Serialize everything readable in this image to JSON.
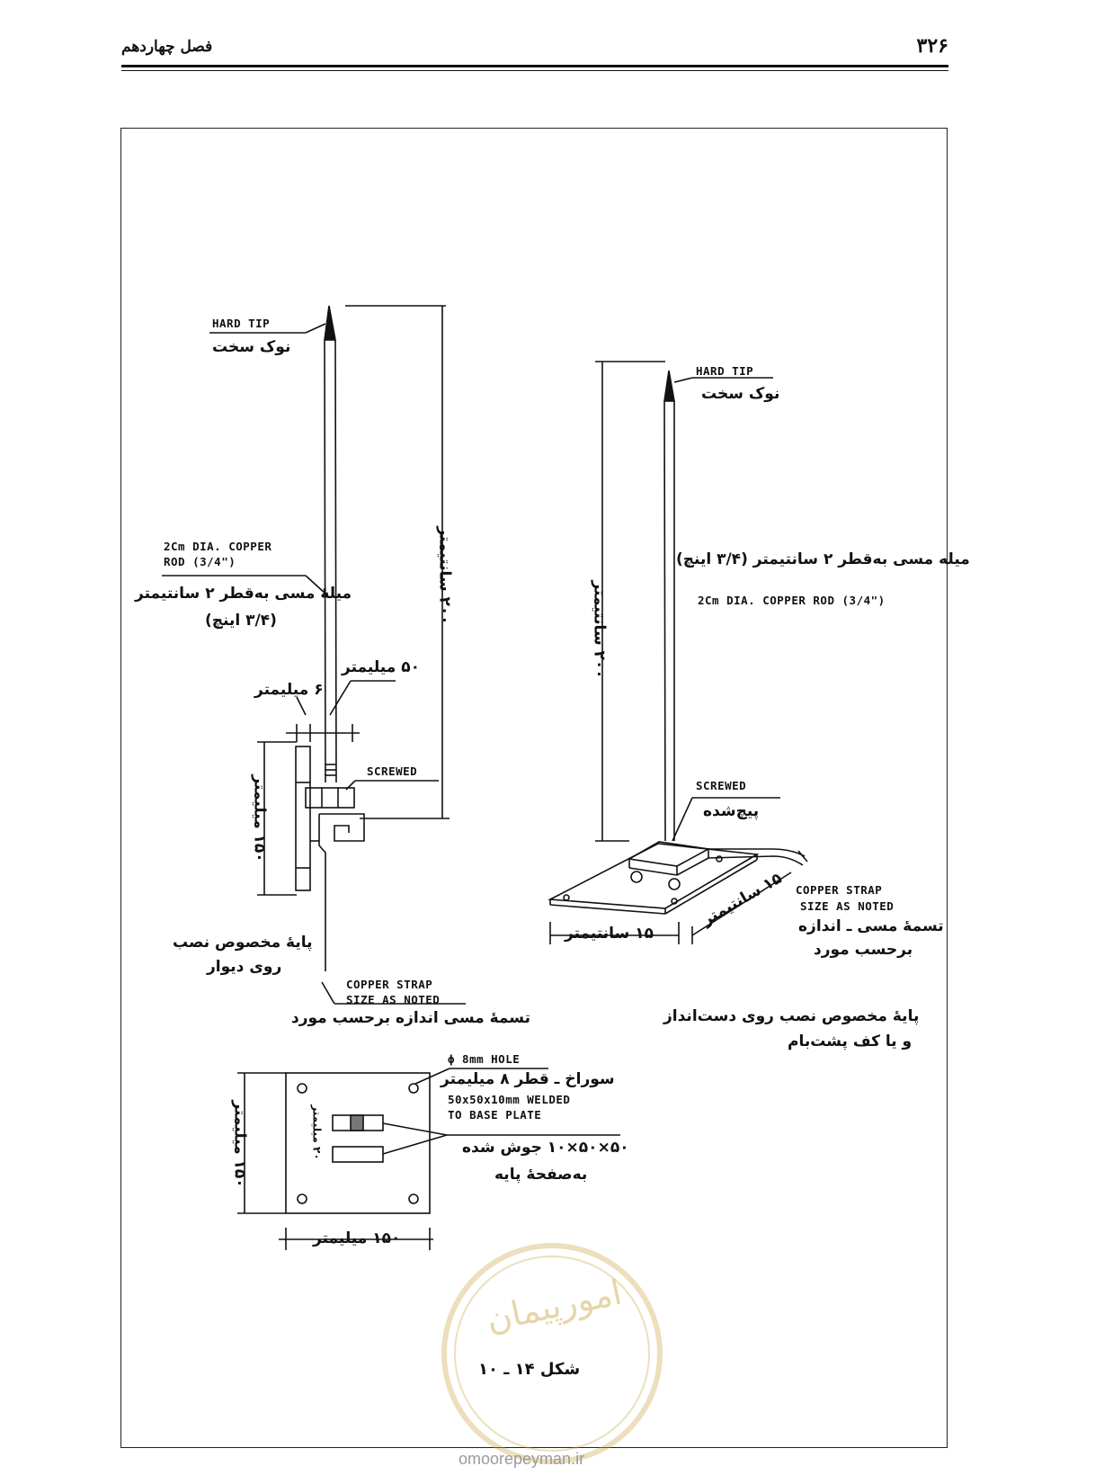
{
  "header": {
    "page_number": "۳۲۶",
    "chapter": "فصل چهاردهم"
  },
  "left_rod": {
    "hard_tip_en": "HARD TIP",
    "hard_tip_fa": "نوک سخت",
    "rod_en_1": "2Cm DIA. COPPER",
    "rod_en_2": "ROD (3/4\")",
    "rod_fa_1": "میلهٔ مسی به‌قطر ۲ سانتیمتر",
    "rod_fa_2": "(۳/۴ اینچ)",
    "height_fa": "۲۰۰ سانتیمتر",
    "dim_50": "۵۰ میلیمتر",
    "dim_6": "۶ میلیمتر",
    "screwed_en": "SCREWED",
    "dim_150": "۱۵۰ میلیمتر",
    "base_fa_1": "پایهٔ مخصوص نصب",
    "base_fa_2": "روی دیوار",
    "strap_en_1": "COPPER STRAP",
    "strap_en_2": "SIZE AS NOTED",
    "strap_fa": "تسمهٔ مسی اندازه برحسب مورد"
  },
  "right_rod": {
    "hard_tip_en": "HARD TIP",
    "hard_tip_fa": "نوک سخت",
    "rod_fa": "میله مسی به‌قطر ۲ سانتیمتر (۳/۴ اینچ)",
    "rod_en": "2Cm DIA. COPPER ROD (3/4\")",
    "height_fa": "۲۰۰ سانتیمتر",
    "screwed_en": "SCREWED",
    "screwed_fa": "پیچ‌شده",
    "dim_15_a": "۱۵ سانتیمتر",
    "dim_15_b": "۱۵ سانتیمتر",
    "strap_en_1": "COPPER STRAP",
    "strap_en_2": "SIZE AS NOTED",
    "strap_fa_1": "تسمهٔ مسی ـ اندازه",
    "strap_fa_2": "برحسب مورد",
    "base_fa_1": "پایهٔ مخصوص نصب روی دست‌انداز",
    "base_fa_2": "و یا کف پشت‌بام"
  },
  "plate": {
    "hole_en": "ϕ 8mm HOLE",
    "hole_fa": "سوراخ ـ قطر ۸ میلیمتر",
    "weld_en_1": "50x50x10mm WELDED",
    "weld_en_2": "TO BASE PLATE",
    "weld_fa_1": "۵۰×۵۰×۱۰ جوش شده",
    "weld_fa_2": "به‌صفحهٔ پایه",
    "dim_20": "۲۰ میلیمتر",
    "dim_150_v": "۱۵۰ میلیمتر",
    "dim_150_h": "۱۵۰ میلیمتر"
  },
  "figure_caption": "شکل ۱۴ ـ ۱۰",
  "watermark": {
    "text": "امورپیمان",
    "url": "omoorepeyman.ir"
  }
}
